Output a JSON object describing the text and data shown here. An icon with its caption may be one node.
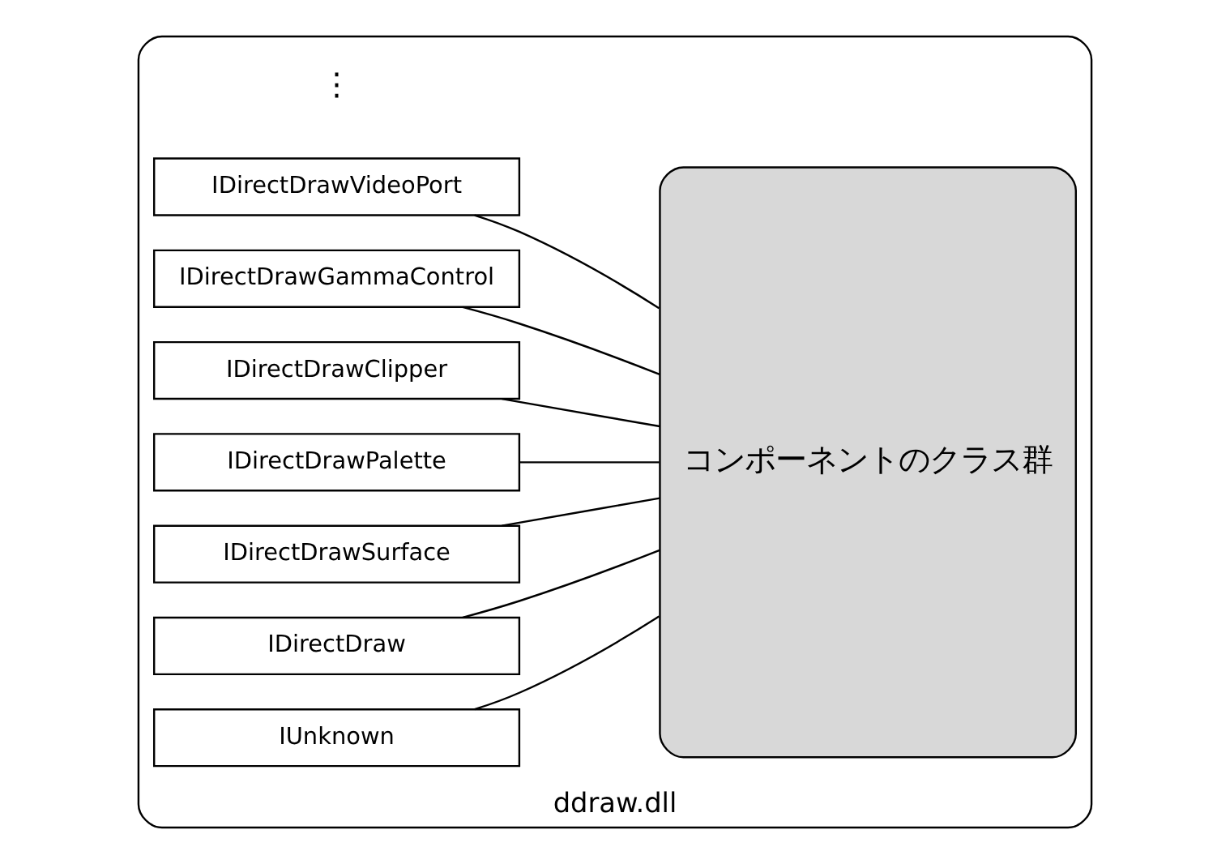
{
  "diagram": {
    "nodes": [
      {
        "text": [
          "ddraw.dll"
        ]
      },
      {
        "text": [
          "IUnknown"
        ],
        "in": 0
      },
      {
        "text": [
          "IDirectDraw"
        ],
        "in": 0
      },
      {
        "text": [
          "IDirectDrawSurface"
        ],
        "in": 0
      },
      {
        "text": [
          "IDirectDrawPalette"
        ],
        "in": 0
      },
      {
        "text": [
          "IDirectDrawClipper"
        ],
        "in": 0
      },
      {
        "text": [
          "IDirectDrawGammaControl"
        ],
        "in": 0
      },
      {
        "text": [
          "IDirectDrawVideoPort"
        ],
        "in": 0
      },
      {
        "text": [
          "コンポーネントのクラス群"
        ],
        "in": 0
      }
    ],
    "edges": [
      {
        "from": 1,
        "to": 8,
        "arrow": "none"
      },
      {
        "from": 2,
        "to": 8,
        "arrow": "none"
      },
      {
        "from": 3,
        "to": 8,
        "arrow": "none"
      },
      {
        "from": 4,
        "to": 8,
        "arrow": "none"
      },
      {
        "from": 5,
        "to": 8,
        "arrow": "none"
      },
      {
        "from": 6,
        "to": 8,
        "arrow": "none"
      },
      {
        "from": 7,
        "to": 8,
        "arrow": "none"
      }
    ],
    "labels": [
      "⋮"
    ]
  }
}
